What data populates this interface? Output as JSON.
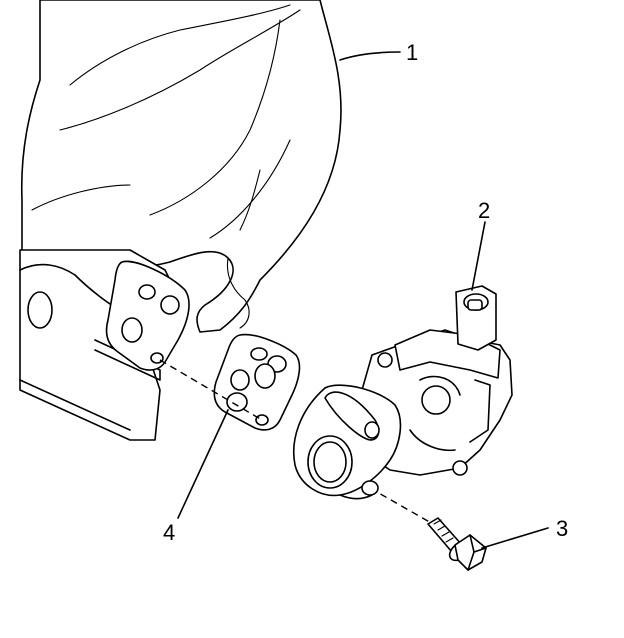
{
  "callouts": [
    {
      "id": "1",
      "label": "1"
    },
    {
      "id": "2",
      "label": "2"
    },
    {
      "id": "3",
      "label": "3"
    },
    {
      "id": "4",
      "label": "4"
    }
  ],
  "parts": {
    "manifold": "intake-manifold",
    "valve": "valve-assembly",
    "bolt": "bolt",
    "gasket": "gasket"
  },
  "colors": {
    "line": "#000000",
    "background": "#ffffff"
  }
}
